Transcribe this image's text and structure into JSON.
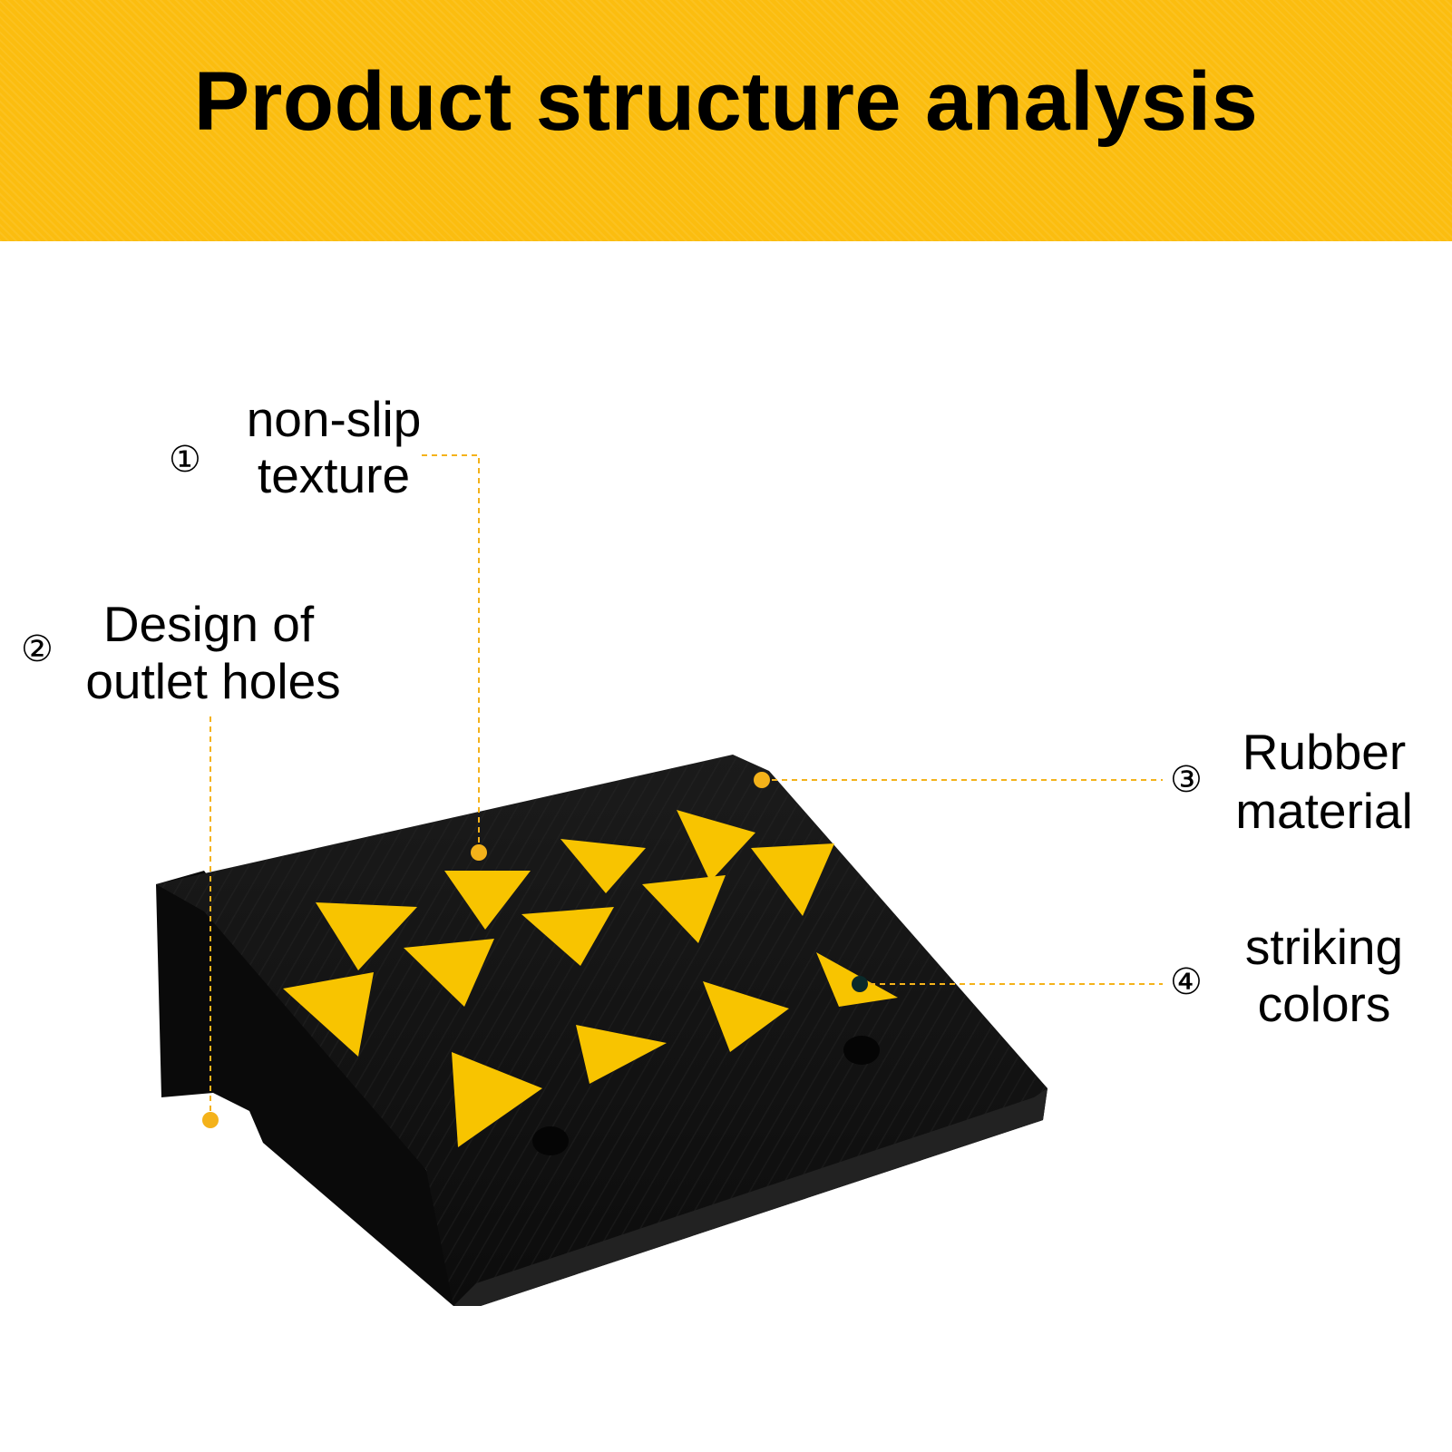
{
  "header": {
    "title": "Product structure analysis",
    "background_color": "#fbbd0f"
  },
  "callouts": [
    {
      "number": "①",
      "line1": "non-slip",
      "line2": "texture"
    },
    {
      "number": "②",
      "line1": "Design of",
      "line2": "outlet holes"
    },
    {
      "number": "③",
      "line1": "Rubber",
      "line2": "material"
    },
    {
      "number": "④",
      "line1": "striking",
      "line2": "colors"
    }
  ],
  "colors": {
    "accent_yellow": "#fbbd0f",
    "marker": "#f4b21a",
    "rubber_black": "#111111"
  },
  "image": {
    "subject": "rubber-curb-ramp"
  }
}
